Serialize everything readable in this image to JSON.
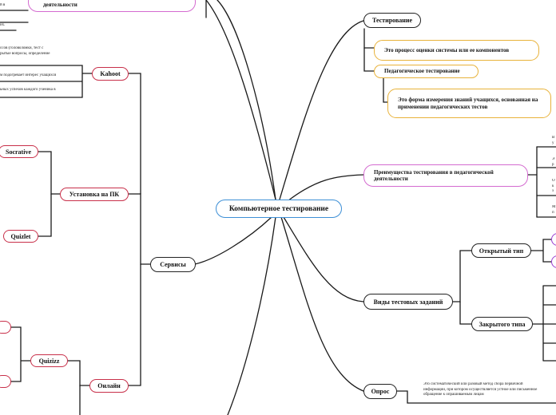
{
  "root": {
    "label": "Компьютерное тестирование"
  },
  "right": {
    "testing": {
      "label": "Тестирование",
      "definition": "Это процесс оценки системы или ее компонентов",
      "pedagogical": {
        "label": "Педагогическое тестирование",
        "definition": "Это форма измерения знаний учащихся, основанная на применении педагогических тестов"
      }
    },
    "advantages": {
      "label": "Преимущества тестирования в педагогической деятельности",
      "notes": [
        "В",
        "у",
        "Э",
        "р",
        "О",
        "к",
        "з",
        "М",
        "п"
      ]
    },
    "task_types": {
      "label": "Виды тестовых заданий",
      "open": "Открытый тип",
      "closed": "Закрытого типа"
    },
    "survey": {
      "label": "Опрос",
      "note": [
        "Это систематический или разовый метод сбора первичной",
        "информации, при котором осуществляется устное или письменное",
        "обращение к опрашиваемым лицам"
      ]
    }
  },
  "left": {
    "top_partial": {
      "label": "деятельности",
      "notes": [
        "й в",
        "их."
      ]
    },
    "services": {
      "label": "Сервисы",
      "install": {
        "label": "Установка на ПК",
        "socrative": "Socrative",
        "quizlet": "Quizlet"
      },
      "kahoot": {
        "label": "Kahoot",
        "notes": [
          [
            "ссов (головоломки, тест с",
            "рытые вопросы, определение"
          ],
          [
            "м подогревает интерес учащихся"
          ],
          [
            "ьных успехов каждого ученика в"
          ]
        ]
      },
      "online": {
        "label": "Онлайн",
        "quizizz": "Quizizz"
      }
    }
  }
}
